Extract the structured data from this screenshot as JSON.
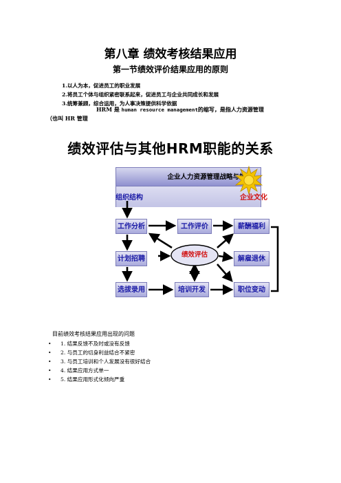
{
  "chapter_title": "第八章  绩效考核结果应用",
  "section_title": "第一节绩效评价结果应用的原则",
  "principles": [
    "1.以人为本，促进员工的职业发展",
    "2.将员工个体与组织紧密联系起来，促进员工与企业共同成长和发展",
    "3.统筹兼顾，综合运用，为人事决策提供科学依据"
  ],
  "hrm_note": {
    "prefix": "HRM 是",
    "english": "human resource management",
    "middle": "的缩写，是指人力资源管理",
    "line2": "（也叫 HR 管理"
  },
  "diagram": {
    "title": "绩效评估与其他HRM职能的关系",
    "strategy": "企业人力资源管理战略与规划",
    "org_structure": "组织结构",
    "culture": "企业文化",
    "center": "绩效评估",
    "boxes": {
      "job_analysis": "工作分析",
      "job_evaluation": "工作评价",
      "compensation": "薪酬福利",
      "planning_recruiting": "计划招聘",
      "dismissal_retirement": "解雇退休",
      "selection_hiring": "选拔录用",
      "training": "培训开发",
      "position_change": "职位变动"
    },
    "colors": {
      "box_text": "#1a1aa6",
      "accent_red": "#d11010",
      "sun": "#f2c200"
    }
  },
  "problems": {
    "heading": "目前绩效考核结果应用出现的问题",
    "bullet": "•",
    "items": [
      "1.  结果反馈不及时或没有反馈",
      "2.  与员工的切身利益结合不紧密",
      "3.  与员工培训和个人发展没有很好结合",
      "4.  结果应用方式单一",
      "5.  结果应用形式化倾向严重"
    ]
  }
}
